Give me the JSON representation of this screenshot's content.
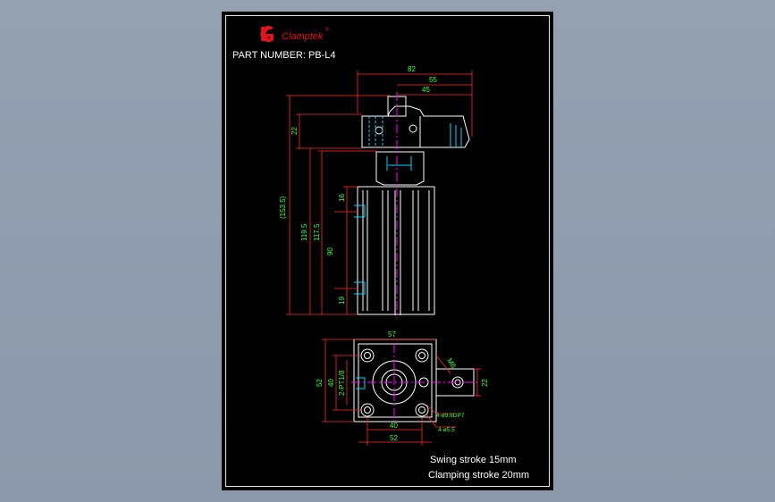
{
  "brand": {
    "name": "Clamptek",
    "registered_mark": "®",
    "logo_color": "#e0141e"
  },
  "part": {
    "label": "PART NUMBER: PB-L4"
  },
  "notes": {
    "swing": "Swing stroke 15mm",
    "clamping": "Clamping stroke 20mm"
  },
  "dims": {
    "top": {
      "w82": "82",
      "w55": "55",
      "w45": "45",
      "h22": "22",
      "h1535": "(153.5)",
      "h1195": "119.5",
      "h1175": "117.5",
      "h16": "16",
      "h90": "90",
      "h19": "19"
    },
    "bottom": {
      "w57": "57",
      "h52": "52",
      "h40": "40",
      "port": "2-PT1/8",
      "m8": "M8",
      "h22": "22",
      "holes1": "4-ø9.6DP7",
      "w40": "40",
      "holes2": "4-ø5.5",
      "w52": "52"
    }
  },
  "colors": {
    "background": "#8e9aab",
    "paper": "#000000",
    "outline": "#ffffff",
    "dimension": "#ff2a2a",
    "dim_text": "#39ff39",
    "hidden": "#00d8ff",
    "center": "#ff00ff",
    "title_text": "#ffffff"
  }
}
